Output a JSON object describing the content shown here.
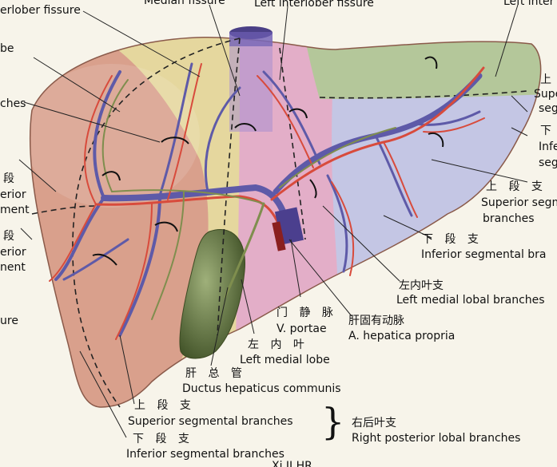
{
  "labels": {
    "top_left_fissure": "erlober fissure",
    "top_medial_fissure": "Median fissure",
    "top_left_interlobar": "Left interlober fissure",
    "top_right_cut": "Left inter",
    "left_be": "be",
    "left_ches": "ches",
    "left_zh_1": "段",
    "left_erior_1": "erior",
    "left_ment_1": "ment",
    "left_zh_2": "段",
    "left_erior_2": "erior",
    "left_ment_2": "nent",
    "left_ure": "ure",
    "right_zh_1": "上",
    "right_sup_cut": "Supe",
    "right_seg_1": "seg",
    "right_zh_2": "下",
    "right_inf_cut": "Infe",
    "right_seg_2": "seg",
    "ls_sup_zh": "上 段 支",
    "ls_sup_en": "Superior segmental",
    "ls_sup_br": "branches",
    "ls_inf_zh": "下 段 支",
    "ls_inf_en": "Inferior segmental bra",
    "lm_br_zh": "左内叶支",
    "lm_br_en": "Left medial lobal branches",
    "portal_zh": "门 静 脉",
    "portal_en": "V. portae",
    "hep_zh": "肝固有动脉",
    "hep_en": "A. hepatica propria",
    "lml_zh": "左 内 叶",
    "lml_en": "Left medial lobe",
    "duct_zh": "肝 总 管",
    "duct_en": "Ductus hepaticus communis",
    "rp_sup_zh": "上 段 支",
    "rp_sup_en": "Superior segmental branches",
    "rp_inf_zh": "下 段 支",
    "rp_inf_en": "Inferior segmental branches",
    "rp_lobal_zh": "右后叶支",
    "rp_lobal_en": "Right posterior lobal branches",
    "bottom_cut": "Xi  II  HR"
  },
  "colors": {
    "background": "#f7f4ea",
    "right_posterior_lobe": "#d9a08c",
    "right_anterior_lobe": "#e5d79e",
    "left_medial_lobe": "#e3aec8",
    "left_lateral_superior": "#b4c79a",
    "left_lateral_inferior": "#c4c6e4",
    "portal_vein": "#5e5aa8",
    "hepatic_artery": "#d84b3c",
    "bile_duct": "#7f8e4e",
    "gallbladder": "#5b6e3a",
    "leader_lines": "#222222"
  }
}
